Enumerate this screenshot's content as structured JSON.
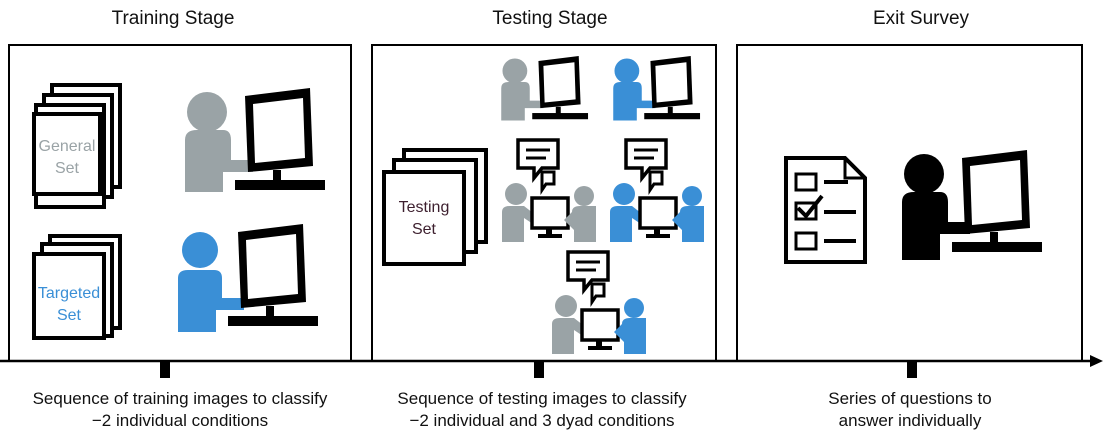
{
  "stages": [
    {
      "title": "Training Stage",
      "caption": [
        "Sequence of training images to classify",
        "−2 individual conditions"
      ],
      "stacks": [
        {
          "line1": "General",
          "line2": "Set",
          "color": "#9aa3a6"
        },
        {
          "line1": "Targeted",
          "line2": "Set",
          "color": "#3a8fd6"
        }
      ]
    },
    {
      "title": "Testing Stage",
      "caption": [
        "Sequence of testing images to classify",
        "−2 individual and 3 dyad conditions"
      ],
      "stacks": [
        {
          "line1": "Testing",
          "line2": "Set",
          "color": "#3d1f2e"
        }
      ]
    },
    {
      "title": "Exit Survey",
      "caption": [
        "Series of questions to",
        "answer individually"
      ]
    }
  ],
  "icons": {
    "gray_person": "person-at-computer-icon",
    "blue_person": "person-at-computer-icon",
    "dyad": "dyad-discussion-icon",
    "survey": "checklist-icon",
    "black_person": "person-at-computer-icon"
  },
  "colors": {
    "gray": "#9aa3a6",
    "blue": "#3a8fd6",
    "black": "#000000",
    "ink": "#111111"
  }
}
